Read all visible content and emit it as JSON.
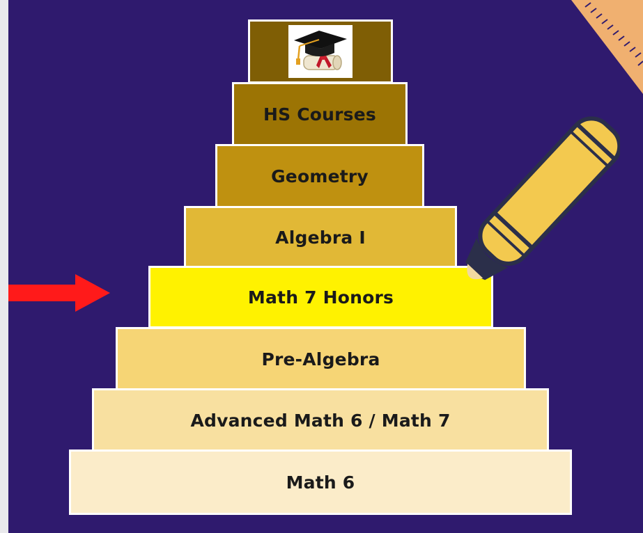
{
  "diagram": {
    "steps": [
      {
        "label": "HS Courses",
        "color": "#9c7404"
      },
      {
        "label": "Geometry",
        "color": "#bf9110"
      },
      {
        "label": "Algebra I",
        "color": "#e1b836"
      },
      {
        "label": "Math 7 Honors",
        "color": "#fff200",
        "highlighted": true
      },
      {
        "label": "Pre-Algebra",
        "color": "#f6d575"
      },
      {
        "label": "Advanced Math 6 / Math 7",
        "color": "#f8e0a0"
      },
      {
        "label": "Math 6",
        "color": "#fbecc9"
      }
    ],
    "top_icon": "graduation-cap-and-diploma-icon",
    "pointer": {
      "icon": "red-arrow-icon",
      "color": "#ff1a1a",
      "points_to": "Math 7 Honors"
    },
    "decoration": {
      "icon": "yellow-crayon-icon",
      "color": "#f3c94f"
    },
    "background_color": "#2f1a6e"
  }
}
